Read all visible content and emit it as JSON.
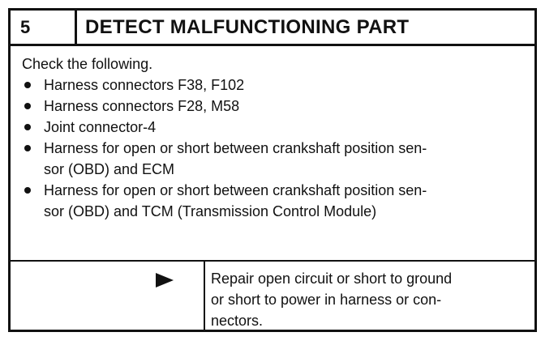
{
  "header": {
    "step_number": "5",
    "title": "DETECT MALFUNCTIONING PART"
  },
  "body": {
    "intro": "Check the following.",
    "items": [
      {
        "lines": [
          "Harness connectors F38, F102"
        ]
      },
      {
        "lines": [
          "Harness connectors F28, M58"
        ]
      },
      {
        "lines": [
          "Joint connector-4"
        ]
      },
      {
        "lines": [
          "Harness for open or short between crankshaft position sen-",
          "sor (OBD) and ECM"
        ]
      },
      {
        "lines": [
          "Harness for open or short between crankshaft position sen-",
          "sor (OBD) and TCM (Transmission Control Module)"
        ]
      }
    ]
  },
  "footer": {
    "arrow_icon": "right-triangle-arrow",
    "result_lines": [
      "Repair open circuit or short to ground",
      "or short to power in harness or con-",
      "nectors."
    ]
  }
}
